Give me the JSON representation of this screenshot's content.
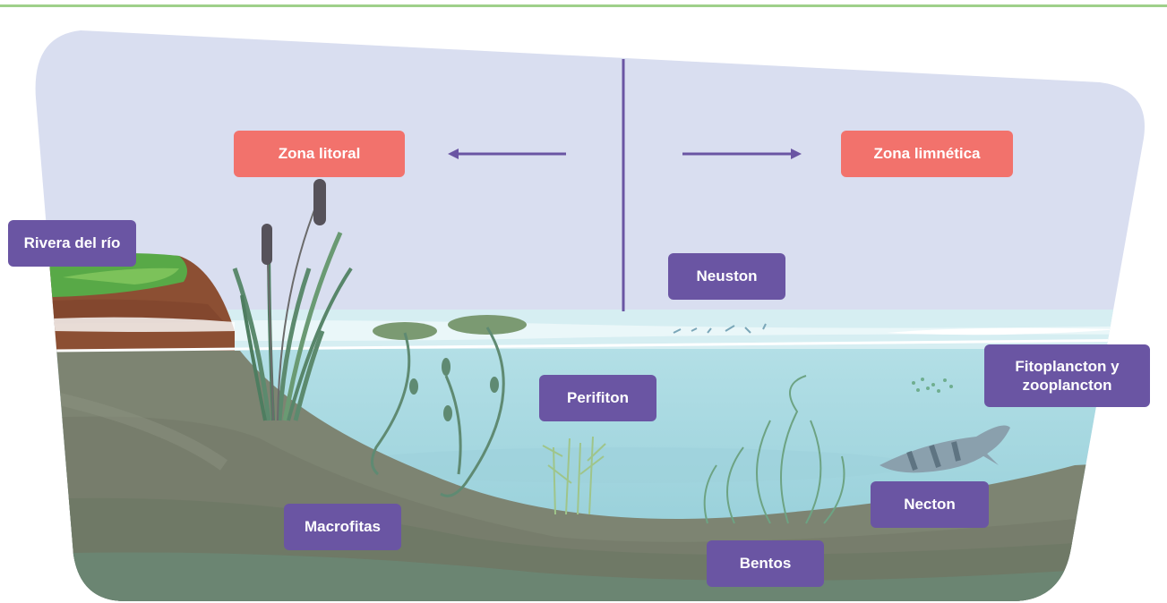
{
  "zones": {
    "litoral": "Zona litoral",
    "limnetica": "Zona limnética"
  },
  "labels": {
    "rivera": "Rivera del río",
    "neuston": "Neuston",
    "perifiton": "Perifiton",
    "fitoplancton": "Fitoplancton y zooplancton",
    "macrofitas": "Macrofitas",
    "bentos": "Bentos",
    "necton": "Necton"
  },
  "colors": {
    "sky": "#d9def0",
    "water": "#a6d6de",
    "sediment": "#7d8472",
    "label_purple": "#6a55a3",
    "zone_coral": "#f2726c",
    "divider": "#6a55a3",
    "top_rule": "#9fd08a"
  }
}
